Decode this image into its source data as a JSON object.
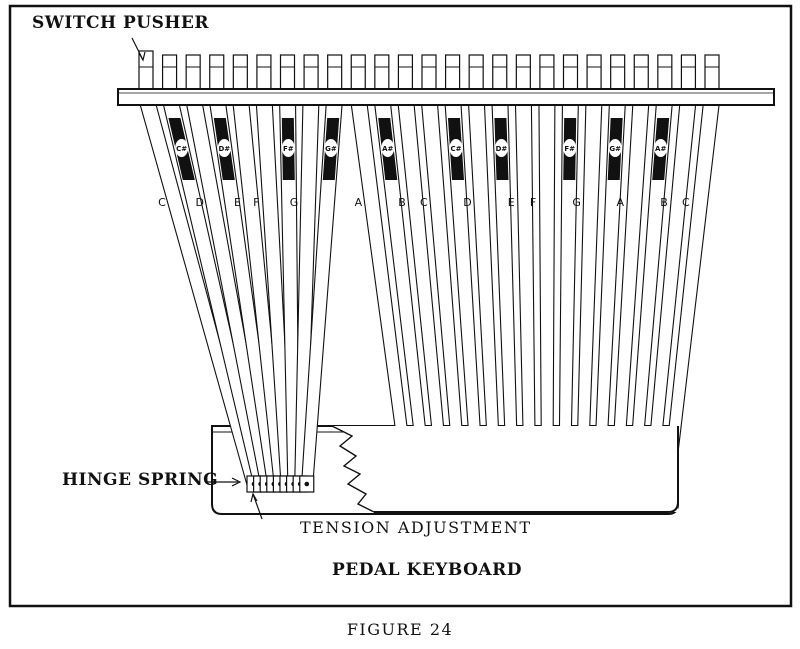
{
  "labels": {
    "switch_pusher": "SWITCH PUSHER",
    "hinge_spring": "HINGE SPRING",
    "tension_adjustment": "TENSION ADJUSTMENT",
    "pedal_keyboard": "PEDAL KEYBOARD",
    "caption": "FIGURE 24"
  },
  "natural_keys": [
    "C",
    "D",
    "E",
    "F",
    "G",
    "A",
    "B",
    "C",
    "D",
    "E",
    "F",
    "G",
    "A",
    "B",
    "C"
  ],
  "sharp_keys": [
    "C#",
    "D#",
    "F#",
    "G#",
    "A#",
    "C#",
    "D#",
    "F#",
    "G#",
    "A#"
  ]
}
